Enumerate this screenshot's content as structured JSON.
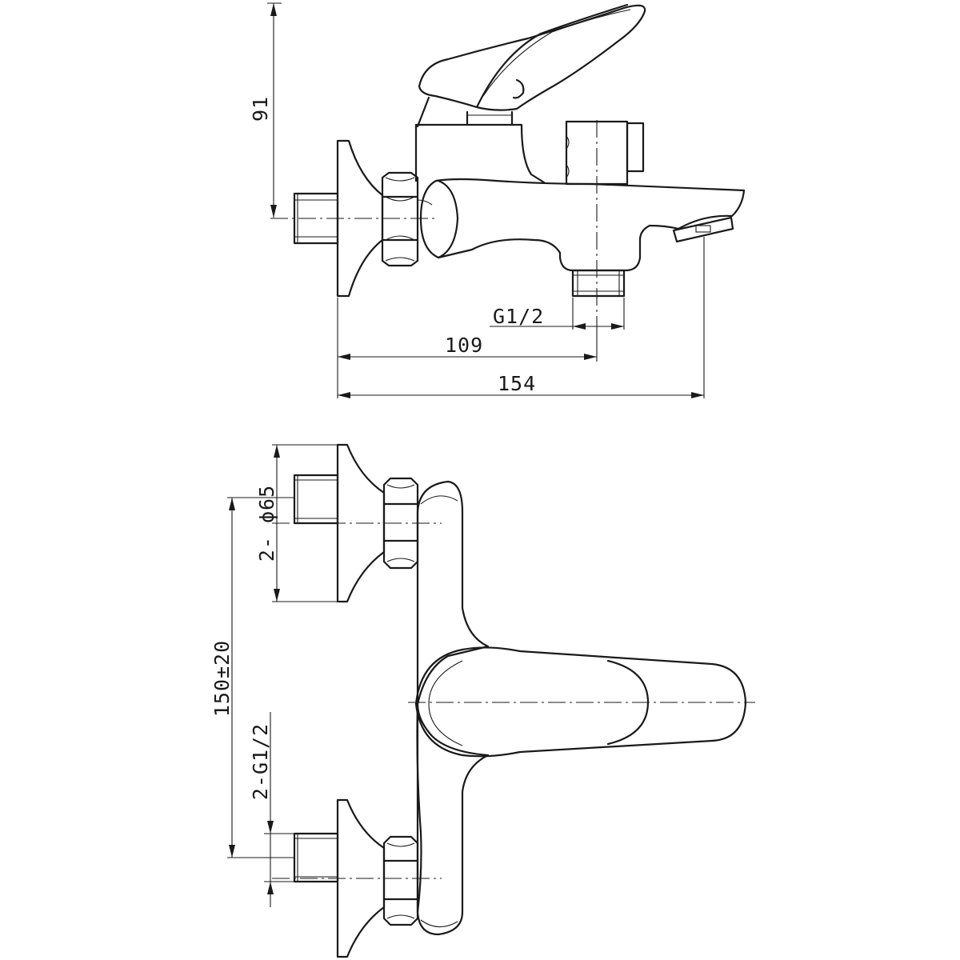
{
  "dimensions": {
    "height": "91",
    "inlet_thread": "G1/2",
    "centre_distance": "109",
    "overall_length": "154",
    "flange_diameter": "2- ϕ65",
    "inlet_spacing": "150±20",
    "inlet_threads": "2-G1/2"
  }
}
